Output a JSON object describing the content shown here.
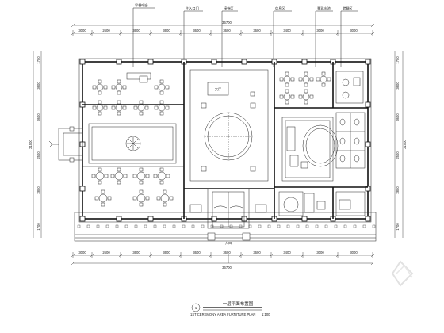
{
  "drawing": {
    "title": "一层平面布置图",
    "subtitle": "1ST CEREMONY AREA FURNITURE PLAN",
    "scale": "1:100",
    "north_marker": "1"
  },
  "top_callouts": [
    "早餐吧台",
    "主入口门",
    "接待区",
    "休息区",
    "景观水池",
    "就餐区"
  ],
  "dimensions": {
    "top_segments": [
      "3000",
      "2600",
      "3600",
      "3600",
      "3600",
      "3600",
      "3600",
      "3400",
      "3000",
      "3000"
    ],
    "top_total": "36700",
    "bottom_segments": [
      "3000",
      "2600",
      "3600",
      "3600",
      "3600",
      "3600",
      "3600",
      "3400",
      "3000",
      "3000"
    ],
    "bottom_total": "36700",
    "left_segments": [
      "1700",
      "3600",
      "3600",
      "2500",
      "2800",
      "1700"
    ],
    "left_total": "21500",
    "right_segments": [
      "1700",
      "3600",
      "3600",
      "2500",
      "2800",
      "1700"
    ],
    "right_total": "21500"
  },
  "room_labels": {
    "center_top": "大厅",
    "entrance": "入口"
  }
}
